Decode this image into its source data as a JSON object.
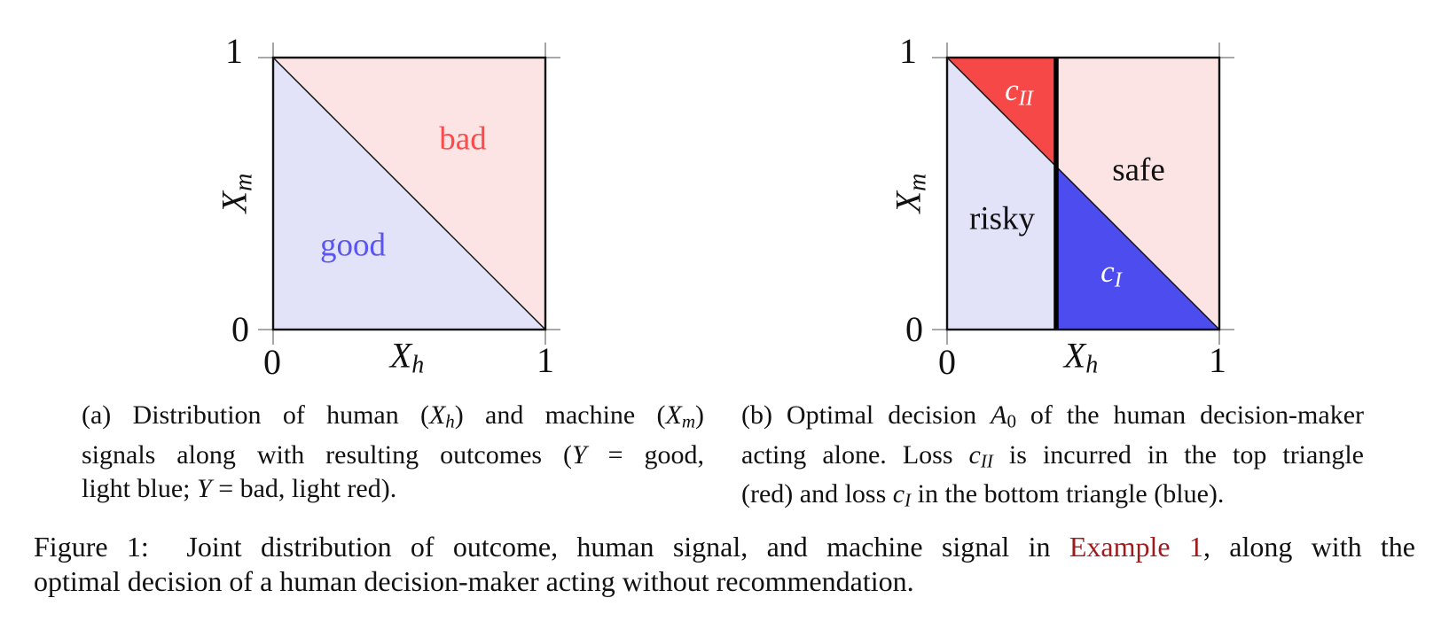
{
  "colors": {
    "light_blue_fill": "#e2e2f8",
    "light_red_fill": "#fce4e4",
    "strong_red_fill": "#f64947",
    "strong_blue_fill": "#4d4cee",
    "good_text": "#5a55f0",
    "bad_text": "#fd4a4a",
    "link_red": "#9e1b1d",
    "tick_gray": "#9b9b9b",
    "line_black": "#111111"
  },
  "plot_a": {
    "x_range": [
      0,
      1
    ],
    "y_range": [
      0,
      1
    ],
    "y_tick_top": "1",
    "y_tick_bottom": "0",
    "x_tick_left": "0",
    "x_tick_right": "1",
    "x_label": {
      "base": "X",
      "sub": "h"
    },
    "y_label": {
      "base": "X",
      "sub": "m"
    },
    "regions": {
      "good": "good",
      "bad": "bad"
    }
  },
  "plot_b": {
    "x_range": [
      0,
      1
    ],
    "y_range": [
      0,
      1
    ],
    "divider_x": 0.4,
    "y_tick_top": "1",
    "y_tick_bottom": "0",
    "x_tick_left": "0",
    "x_tick_right": "1",
    "x_label": {
      "base": "X",
      "sub": "h"
    },
    "y_label": {
      "base": "X",
      "sub": "m"
    },
    "regions": {
      "risky": "risky",
      "safe": "safe",
      "c2_base": "c",
      "c2_sub": "II",
      "c1_base": "c",
      "c1_sub": "I"
    }
  },
  "captions": {
    "a": [
      [
        "(a) Distribution of human (",
        "X",
        "h",
        ") and machine (",
        "X",
        "m",
        ")"
      ],
      [
        "signals along with resulting outcomes (",
        "Y",
        " = good,"
      ],
      [
        "light blue; ",
        "Y",
        " = bad, light red)."
      ]
    ],
    "b": [
      [
        "(b) Optimal decision ",
        "A",
        "0",
        " of the human decision-maker"
      ],
      [
        "acting alone. Loss ",
        "c",
        "II",
        " is incurred in the top triangle"
      ],
      [
        "(red) and loss ",
        "c",
        "I",
        " in the bottom triangle (blue)."
      ]
    ],
    "figure": [
      [
        "Figure 1:  Joint distribution of outcome, human signal, and machine signal in ",
        "Example 1",
        ", along with the"
      ],
      [
        "optimal decision of a human decision-maker acting without recommendation."
      ]
    ]
  }
}
